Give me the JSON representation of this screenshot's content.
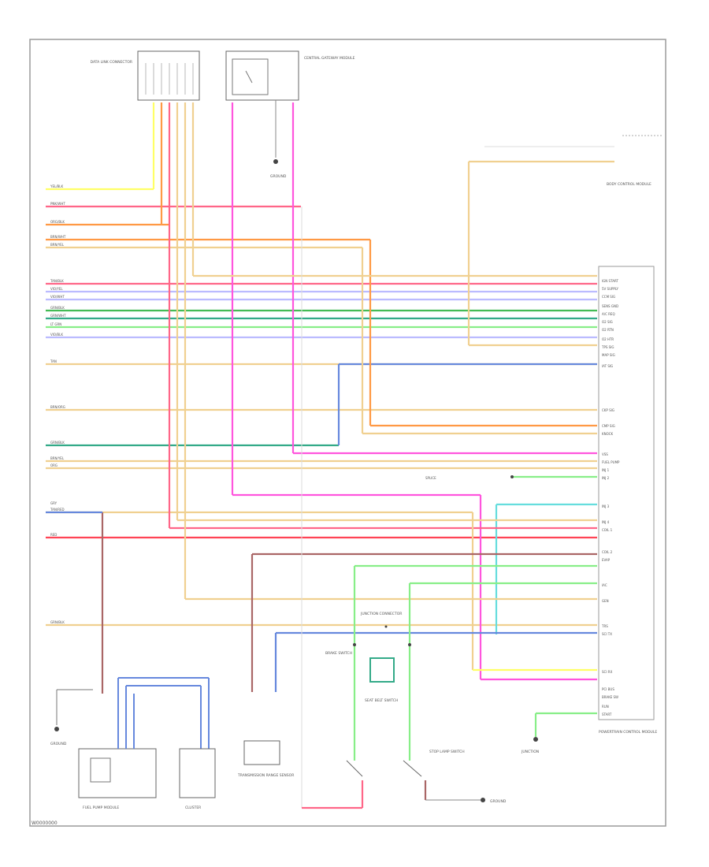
{
  "diagram": {
    "footer_code": "W0000000",
    "colors": {
      "frame": "#9a9a9a",
      "yellow": "#ffff66",
      "pink": "#ff6688",
      "red": "#ff4455",
      "orange": "#ff9944",
      "tan": "#f0d090",
      "violet": "#bbbbff",
      "green": "#44bb55",
      "teal": "#33aa88",
      "blue": "#6688dd",
      "magenta": "#ff55dd",
      "gray": "#bbbbbb",
      "brown": "#aa6666",
      "lightgreen": "#88ee88",
      "cyan": "#66dddd"
    },
    "components": {
      "top_left": "DATA LINK CONNECTOR",
      "top_middle": "CENTRAL GATEWAY MODULE",
      "right_top": "BODY CONTROL MODULE",
      "right_module": "POWERTRAIN CONTROL MODULE",
      "bottom_fuel": "FUEL PUMP MODULE",
      "bottom_cluster": "CLUSTER",
      "bottom_power": "TRANSMISSION RANGE SENSOR",
      "bottom_lamp": "STOP LAMP SWITCH",
      "bottom_ground": "GROUND",
      "bottom_ground2": "GROUND",
      "bottom_switch": "BRAKE SWITCH",
      "bottom_seat": "SEAT BELT SWITCH",
      "bottom_jct": "JUNCTION CONNECTOR"
    },
    "left_wire_labels": [
      "YEL/BLK",
      "PNK/WHT",
      "ORG/BLK",
      "BRN/WHT",
      "BRN/YEL",
      "TAN/BLK",
      "VIO/YEL",
      "VIO/WHT",
      "GRN/BLK",
      "GRN/WHT",
      "LT GRN",
      "VIO/BLK",
      "TAN",
      "BRN/ORG",
      "GRN/BLK",
      "BRN/YEL",
      "ORG",
      "GRY",
      "TAN/RED",
      "RED",
      "GRN/BLK"
    ],
    "right_pin_labels": [
      "IGN START",
      "5V SUPPLY",
      "CCM SIG",
      "SENS GND",
      "A/C REQ",
      "O2 SIG",
      "O2 RTN",
      "O2 HTR",
      "TPS SIG",
      "MAP SIG",
      "IAT SIG",
      "CKP SIG",
      "CMP SIG",
      "KNOCK",
      "VSS",
      "FUEL PUMP",
      "INJ 1",
      "INJ 2",
      "INJ 3",
      "INJ 4",
      "COIL 1",
      "COIL 2",
      "EVAP",
      "IAC",
      "GEN",
      "TRS",
      "SCI TX",
      "SCI RX",
      "PCI BUS",
      "BRAKE SW",
      "RUN",
      "START"
    ],
    "notes": [
      "GROUND",
      "JUNCTION",
      "SPLICE"
    ]
  }
}
